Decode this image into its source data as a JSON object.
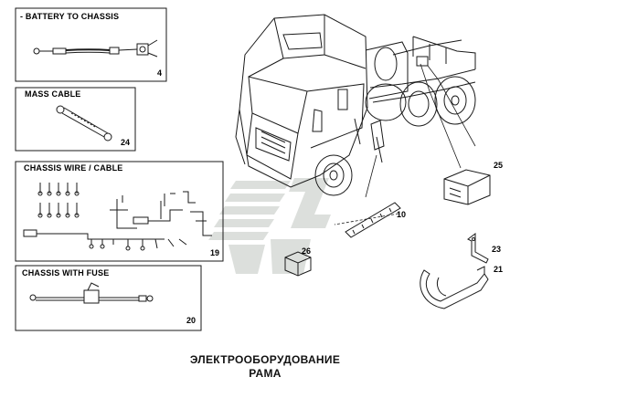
{
  "panels": [
    {
      "label": "- BATTERY TO CHASSIS",
      "number": "4"
    },
    {
      "label": "MASS CABLE",
      "number": "24"
    },
    {
      "label": "CHASSIS WIRE / CABLE",
      "number": "19"
    },
    {
      "label": "CHASSIS WITH FUSE",
      "number": "20"
    }
  ],
  "callouts": [
    "25",
    "10",
    "26",
    "23",
    "21"
  ],
  "title": {
    "line1": "ЭЛЕКТРООБОРУДОВАНИЕ",
    "line2": "РАМА"
  },
  "colors": {
    "line": "#1a1a1a",
    "watermark": "#d9ddd9"
  }
}
